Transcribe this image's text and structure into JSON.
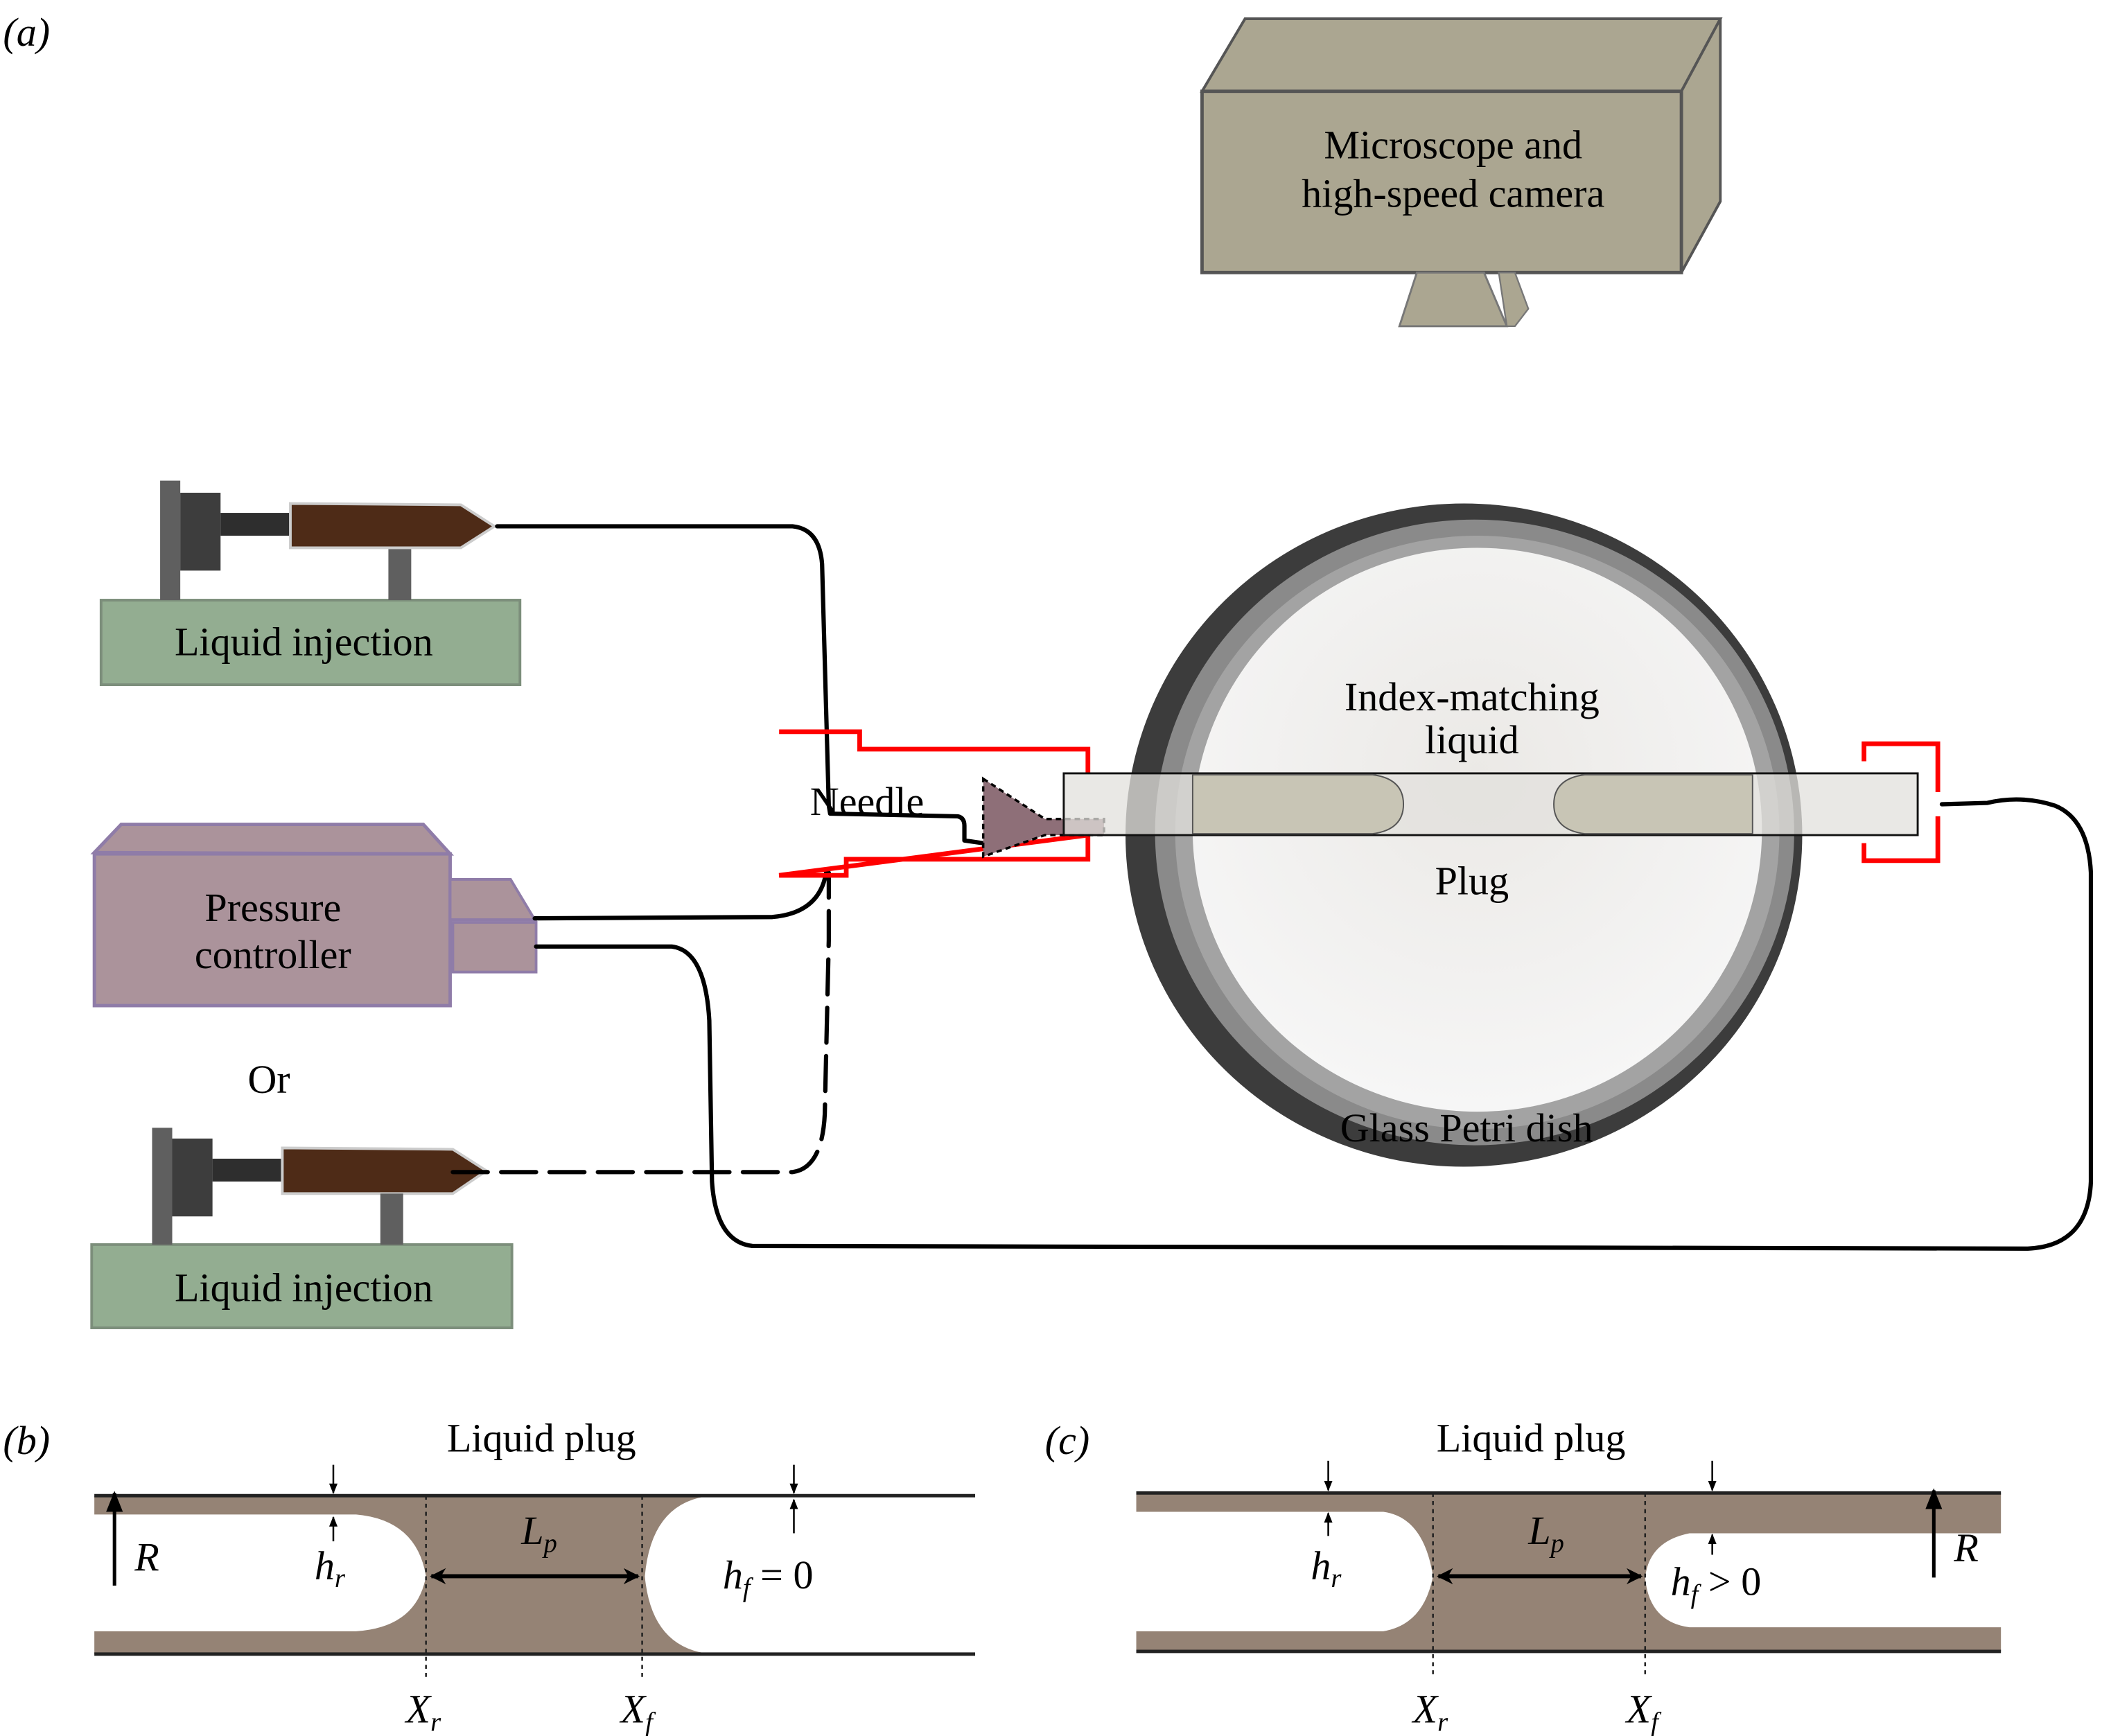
{
  "panels": {
    "a": {
      "tag": "(a)",
      "camera_label_line1": "Microscope and",
      "camera_label_line2": "high-speed camera",
      "syringe_top_label": "Liquid injection",
      "pressure_label_line1": "Pressure",
      "pressure_label_line2": "controller",
      "or_label": "Or",
      "syringe_bottom_label": "Liquid injection",
      "needle_label": "Needle",
      "dish_liquid_line1": "Index-matching",
      "dish_liquid_line2": "liquid",
      "plug_label": "Plug",
      "dish_label": "Glass Petri dish"
    },
    "b": {
      "tag": "(b)",
      "title": "Liquid plug",
      "R": "R",
      "h_r": "h",
      "h_r_sub": "r",
      "L_p": "L",
      "L_p_sub": "p",
      "h_f": "h",
      "h_f_sub": "f",
      "h_f_rel": " = 0",
      "X_r": "X",
      "X_r_sub": "r",
      "X_f": "X",
      "X_f_sub": "f"
    },
    "c": {
      "tag": "(c)",
      "title": "Liquid plug",
      "R": "R",
      "h_r": "h",
      "h_r_sub": "r",
      "L_p": "L",
      "L_p_sub": "p",
      "h_f": "h",
      "h_f_sub": "f",
      "h_f_rel": " > 0",
      "X_r": "X",
      "X_r_sub": "r",
      "X_f": "X",
      "X_f_sub": "f"
    }
  },
  "colors": {
    "camera": "#aba691",
    "syringe_base": "#93ad91",
    "syringe_barrel": "#4e2b17",
    "pressure_controller": "#ab939b",
    "needle_frame": "#ff0000",
    "needle": "#8e6f78",
    "plug_liquid": "#958375",
    "tube_fill": "#e2e0dc",
    "plug_in_dish": "#c8c5b5"
  }
}
